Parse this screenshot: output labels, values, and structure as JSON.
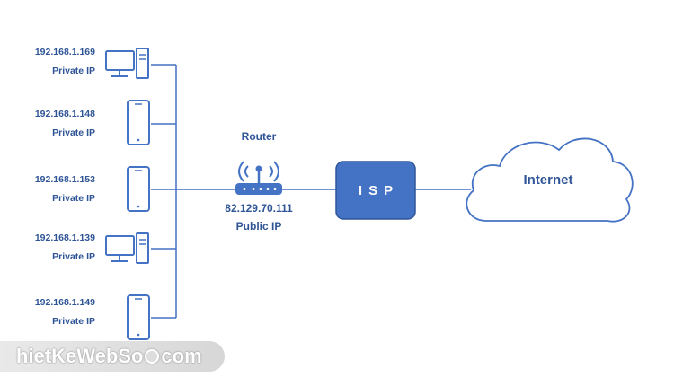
{
  "devices": [
    {
      "ip": "192.168.1.169",
      "label": "Private IP",
      "icon": "desktop-computer-icon"
    },
    {
      "ip": "192.168.1.148",
      "label": "Private IP",
      "icon": "smartphone-icon"
    },
    {
      "ip": "192.168.1.153",
      "label": "Private IP",
      "icon": "smartphone-icon"
    },
    {
      "ip": "192.168.1.139",
      "label": "Private IP",
      "icon": "desktop-computer-icon"
    },
    {
      "ip": "192.168.1.149",
      "label": "Private IP",
      "icon": "smartphone-icon"
    }
  ],
  "router": {
    "title": "Router",
    "ip": "82.129.70.111",
    "label": "Public IP",
    "icon": "wifi-router-icon"
  },
  "isp": {
    "label": "ISP"
  },
  "internet": {
    "label": "Internet",
    "icon": "cloud-icon"
  },
  "watermark": {
    "prefix": "hietKeWebSo",
    "suffix": "com"
  },
  "colors": {
    "primary": "#4472c4",
    "dark": "#2f5597",
    "line": "#4472c4"
  }
}
